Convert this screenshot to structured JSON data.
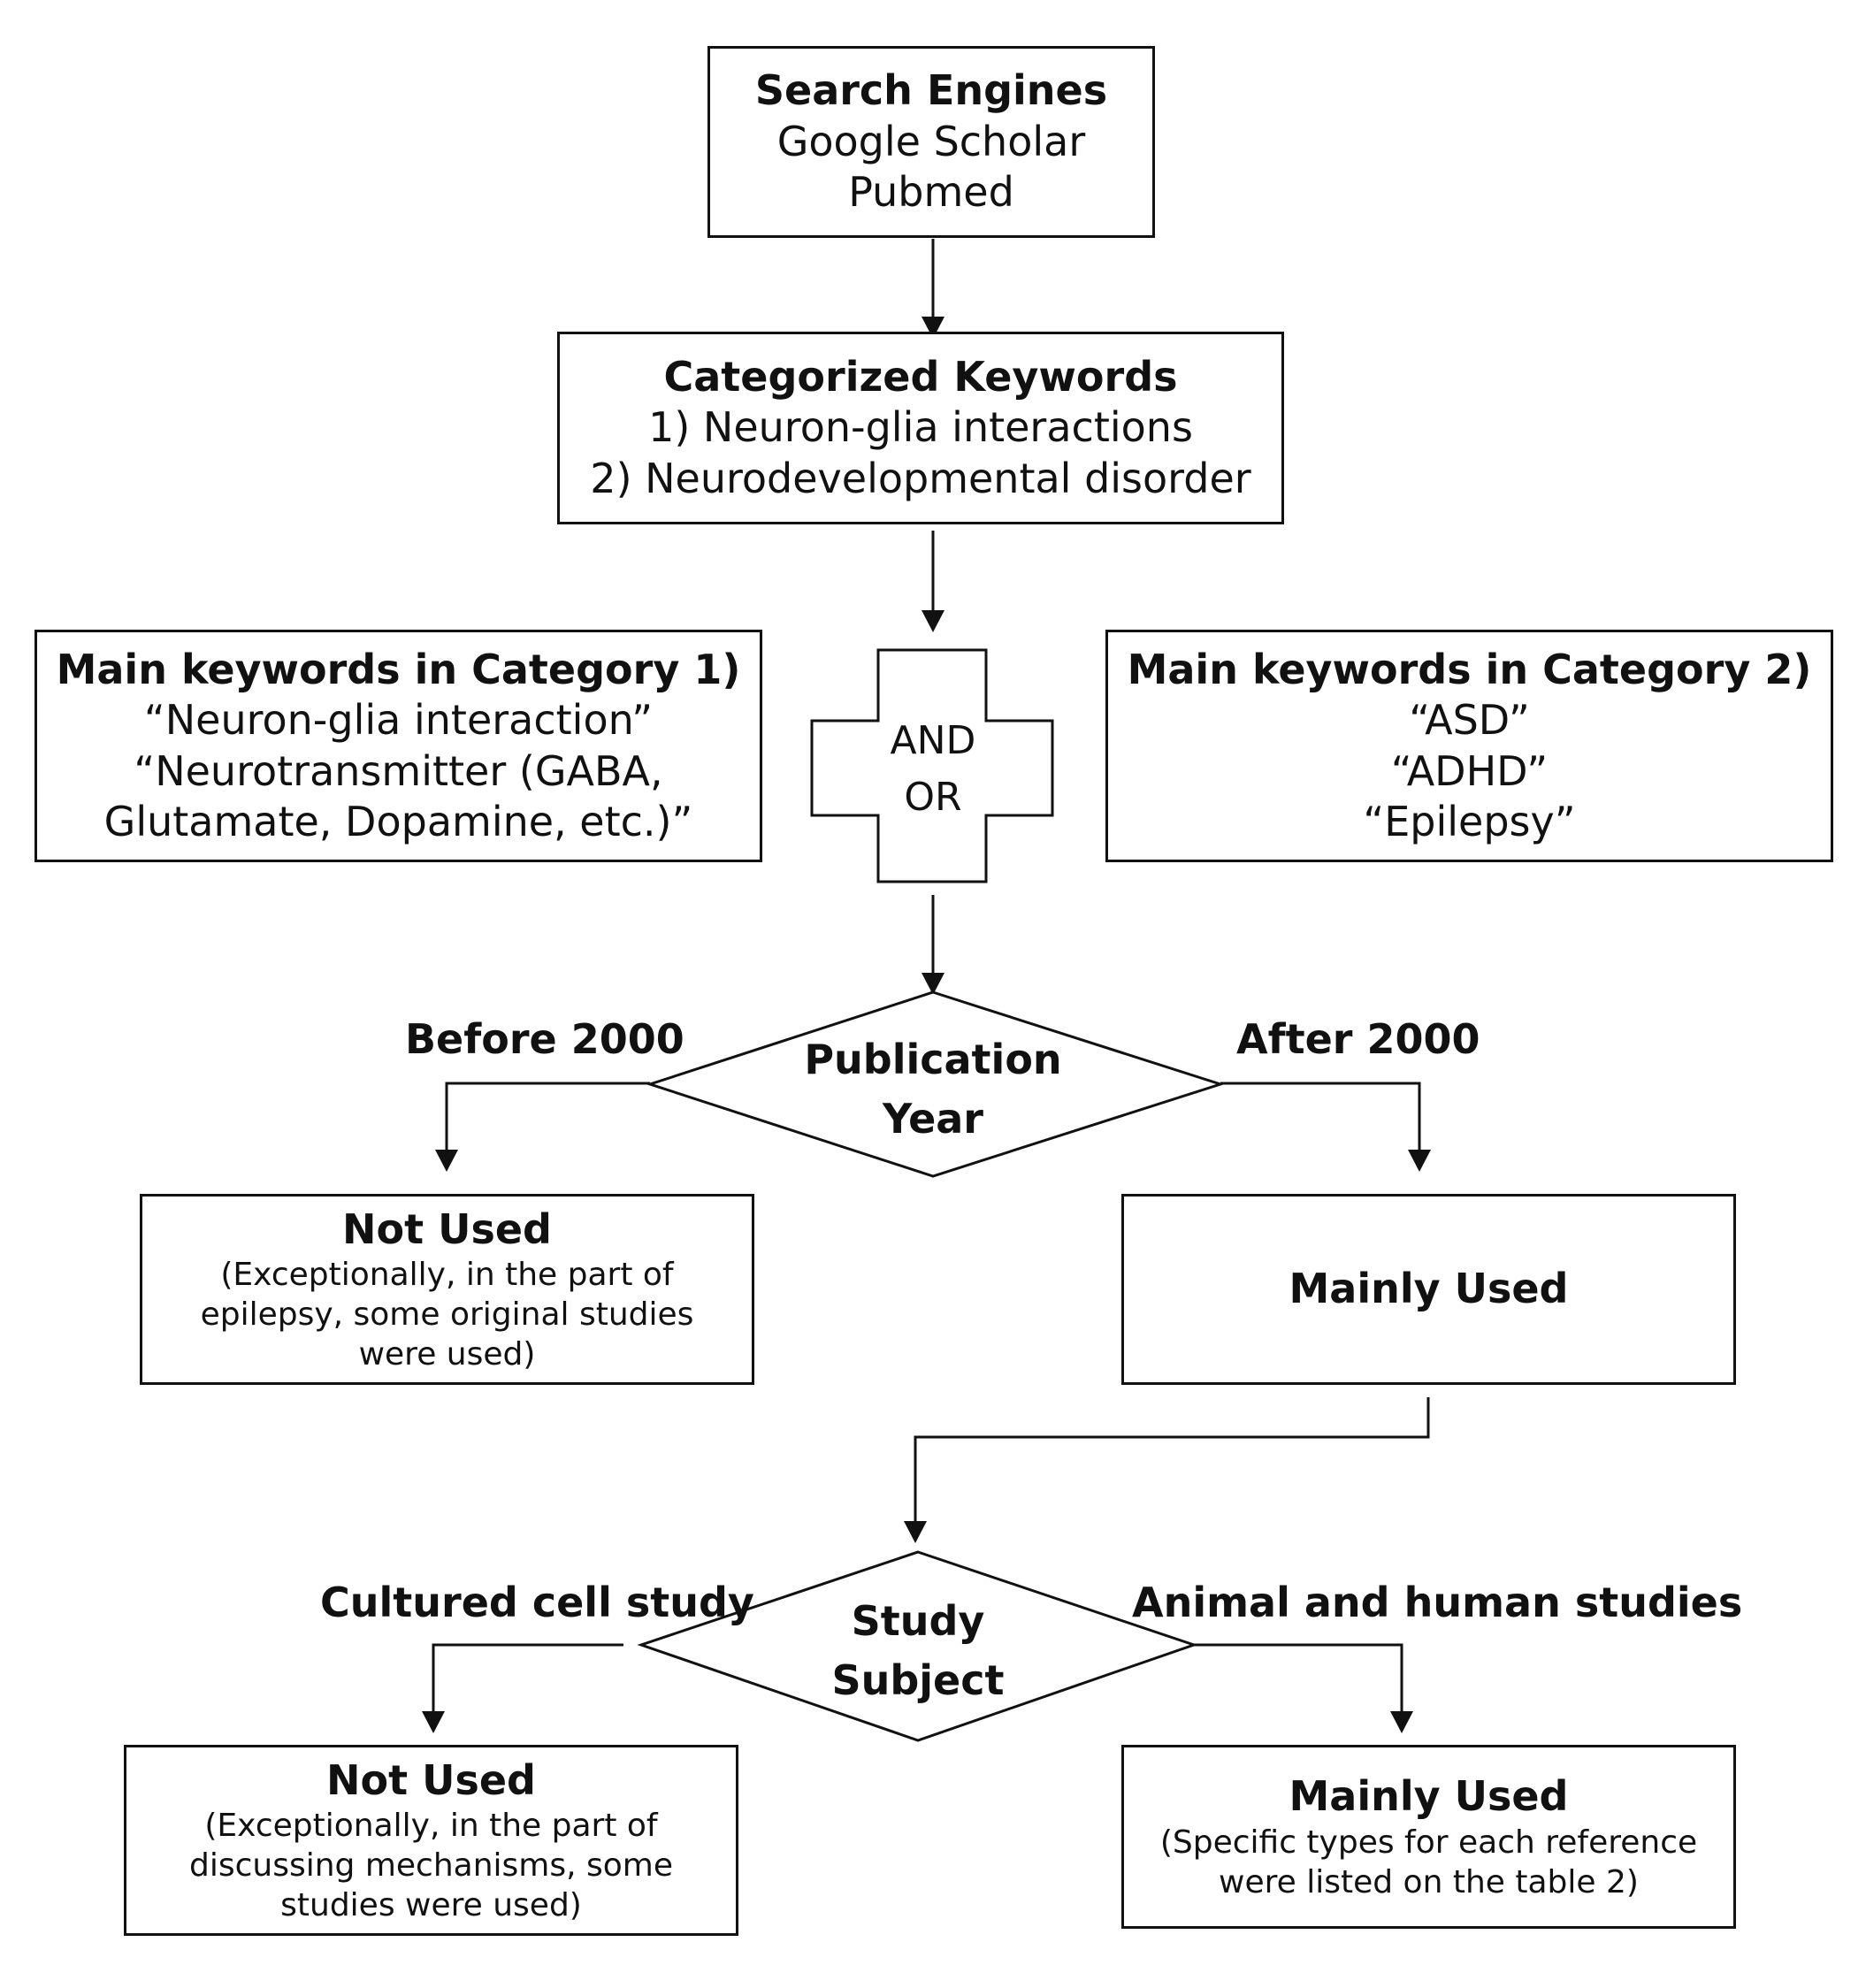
{
  "search": {
    "title": "Search Engines",
    "lines": [
      "Google Scholar",
      "Pubmed"
    ]
  },
  "keywords": {
    "title": "Categorized Keywords",
    "lines": [
      "1) Neuron-glia interactions",
      "2) Neurodevelopmental disorder"
    ]
  },
  "cat1": {
    "title": "Main keywords in Category 1)",
    "lines": [
      "“Neuron-glia interaction”",
      "“Neurotransmitter (GABA,",
      "Glutamate, Dopamine, etc.)”"
    ]
  },
  "cat2": {
    "title": "Main keywords in Category 2)",
    "lines": [
      "“ASD”",
      "“ADHD”",
      "“Epilepsy”"
    ]
  },
  "operator": {
    "lines": [
      "AND",
      "OR"
    ]
  },
  "pubyear": {
    "lines": [
      "Publication",
      "Year"
    ],
    "left_label": "Before 2000",
    "right_label": "After 2000",
    "not_used": {
      "title": "Not Used",
      "lines": [
        "(Exceptionally, in the part of",
        "epilepsy, some original studies",
        "were used)"
      ]
    },
    "used": {
      "title": "Mainly Used"
    }
  },
  "subject": {
    "lines": [
      "Study",
      "Subject"
    ],
    "left_label": "Cultured cell study",
    "right_label": "Animal and human studies",
    "not_used": {
      "title": "Not Used",
      "lines": [
        "(Exceptionally, in the part of",
        "discussing mechanisms, some",
        "studies were used)"
      ]
    },
    "used": {
      "title": "Mainly Used",
      "lines": [
        "(Specific types for each reference",
        "were listed on the table 2)"
      ]
    }
  }
}
